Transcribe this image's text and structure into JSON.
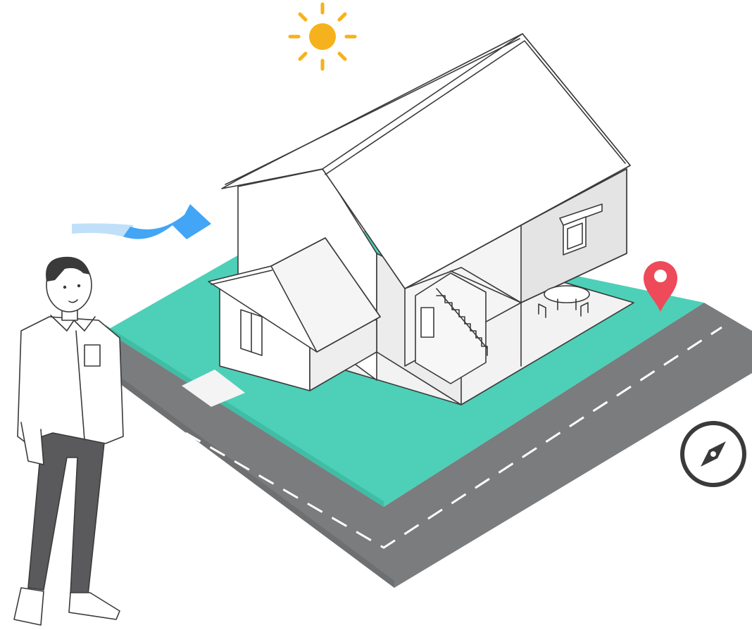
{
  "illustration": {
    "colors": {
      "lawn": "#4dd0b7",
      "road": "#7b7c7e",
      "road_marking": "#ffffff",
      "sun": "#f6b21d",
      "wind_arrow": "#42a5f5",
      "wind_tail": "#bfe0f8",
      "location_pin": "#ee4a5a",
      "outline": "#3a3a3a",
      "wall": "#ffffff",
      "wall_shade": "#e9e9e9",
      "pants": "#5a5a5c"
    },
    "icons": [
      "sun-icon",
      "wind-arrow-icon",
      "location-pin-icon",
      "compass-icon"
    ],
    "scene": [
      "house",
      "lawn",
      "road",
      "person",
      "staircase",
      "dining-table"
    ]
  }
}
